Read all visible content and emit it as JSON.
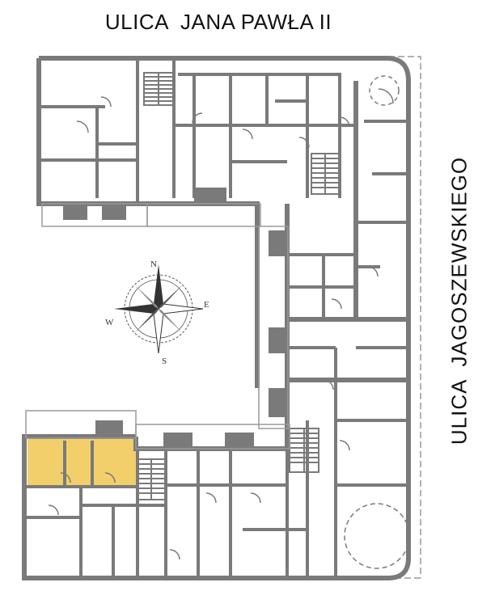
{
  "streets": {
    "top": "ULICA  JANA PAWŁA II",
    "right": "ULICA  JAGOSZEWSKIEGO"
  },
  "compass": {
    "n": "N",
    "e": "E",
    "s": "S",
    "w": "W"
  },
  "colors": {
    "wall": "#7a7a7a",
    "wall_light": "#9a9a9a",
    "highlight": "#f2cf6b",
    "background": "#ffffff"
  }
}
